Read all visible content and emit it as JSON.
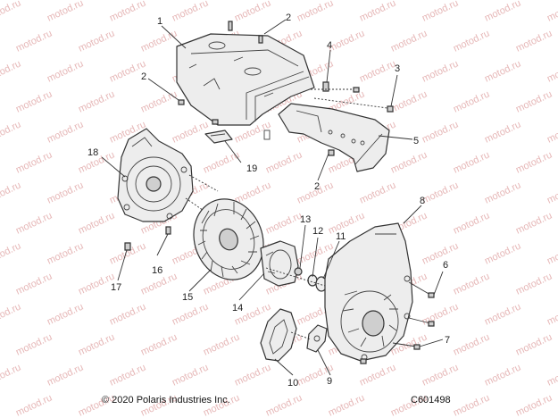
{
  "watermark": {
    "text": "motod.ru",
    "color": "#e6b7b7"
  },
  "callouts": [
    "1",
    "2",
    "2",
    "2",
    "3",
    "4",
    "5",
    "6",
    "7",
    "8",
    "9",
    "10",
    "11",
    "12",
    "13",
    "14",
    "15",
    "16",
    "17",
    "18",
    "19"
  ],
  "footer": {
    "copyright": "© 2020 Polaris Industries Inc.",
    "figure_code": "C601498"
  }
}
